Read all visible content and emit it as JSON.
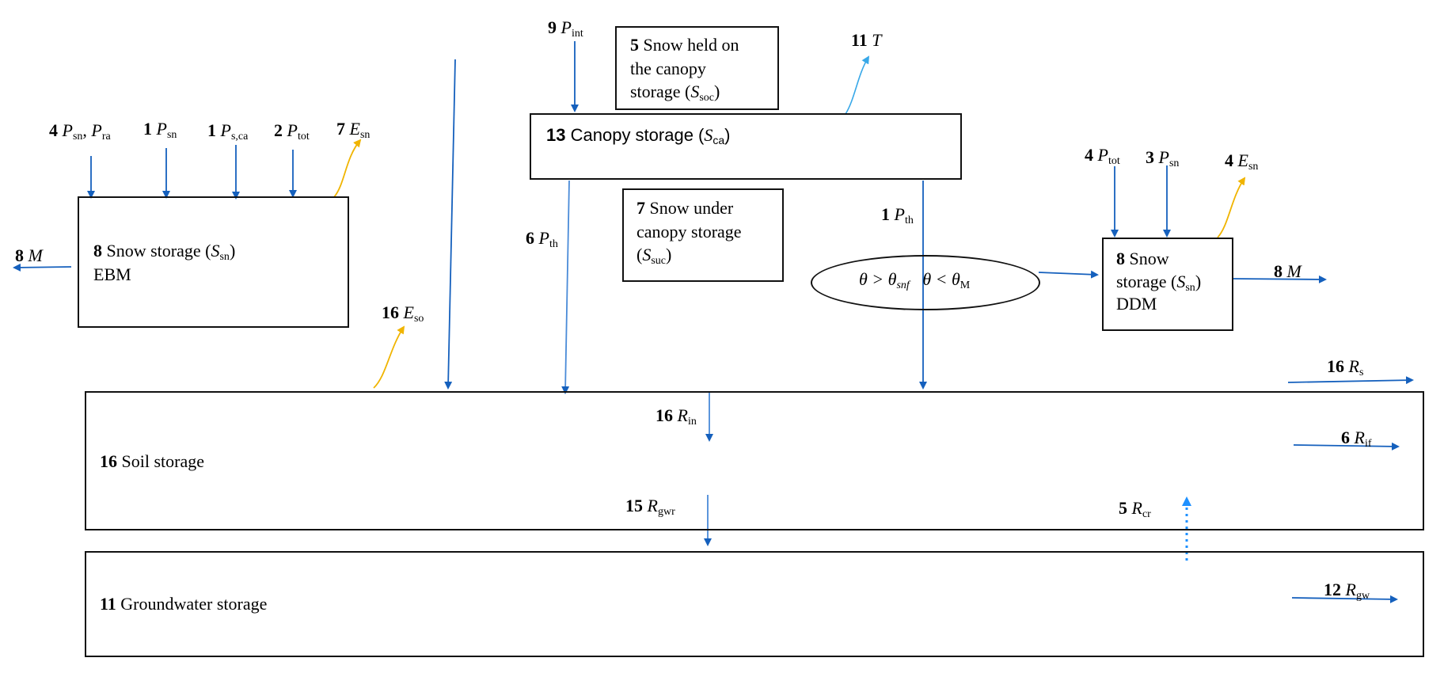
{
  "boxes": {
    "snow_held_canopy": {
      "num": "5",
      "line1": "Snow held on",
      "line2": "the canopy",
      "line3": "storage (",
      "sym": "S",
      "sub": "soc",
      "close": ")"
    },
    "canopy_storage": {
      "num": "13",
      "text": "Canopy storage (",
      "sym": "S",
      "sub": "ca",
      "close": ")"
    },
    "snow_under_canopy": {
      "num": "7",
      "line1": "Snow under",
      "line2": "canopy storage",
      "line3": "(",
      "sym": "S",
      "sub": "suc",
      "close": ")"
    },
    "snow_ebm": {
      "num": "8",
      "text": "Snow storage (",
      "sym": "S",
      "sub": "sn",
      "close": ")",
      "line2": "EBM"
    },
    "snow_ddm": {
      "num": "8",
      "line1": "Snow",
      "line2": "storage (",
      "sym": "S",
      "sub": "sn",
      "close": ")",
      "line3": "DDM"
    },
    "soil": {
      "num": "16",
      "text": "Soil storage"
    },
    "groundwater": {
      "num": "11",
      "text": "Groundwater storage"
    }
  },
  "condition": {
    "part1": "θ > θ",
    "sub1": "snf",
    "part2": "θ < θ",
    "sub2": "M"
  },
  "labels": {
    "p_int": {
      "num": "9",
      "sym": "P",
      "sub": "int"
    },
    "t": {
      "num": "11",
      "sym": "T"
    },
    "psn_pra": {
      "num": "4",
      "sym": "P",
      "sub": "sn",
      "sep": ", ",
      "sym2": "P",
      "sub2": "ra"
    },
    "psn_left": {
      "num": "1",
      "sym": "P",
      "sub": "sn"
    },
    "psca": {
      "num": "1",
      "sym": "P",
      "sub": "s,ca"
    },
    "ptot_left": {
      "num": "2",
      "sym": "P",
      "sub": "tot"
    },
    "esn_left": {
      "num": "7",
      "sym": "E",
      "sub": "sn"
    },
    "m_left": {
      "num": "8",
      "sym": "M"
    },
    "pth_left": {
      "num": "6",
      "sym": "P",
      "sub": "th"
    },
    "pth_right": {
      "num": "1",
      "sym": "P",
      "sub": "th"
    },
    "ptot_right": {
      "num": "4",
      "sym": "P",
      "sub": "tot"
    },
    "psn_right": {
      "num": "3",
      "sym": "P",
      "sub": "sn"
    },
    "esn_right": {
      "num": "4",
      "sym": "E",
      "sub": "sn"
    },
    "m_right": {
      "num": "8",
      "sym": "M"
    },
    "eso": {
      "num": "16",
      "sym": "E",
      "sub": "so"
    },
    "rs": {
      "num": "16",
      "sym": "R",
      "sub": "s"
    },
    "rin": {
      "num": "16",
      "sym": "R",
      "sub": "in"
    },
    "rif": {
      "num": "6",
      "sym": "R",
      "sub": "if"
    },
    "rgwr": {
      "num": "15",
      "sym": "R",
      "sub": "gwr"
    },
    "rcr": {
      "num": "5",
      "sym": "R",
      "sub": "cr"
    },
    "rgw": {
      "num": "12",
      "sym": "R",
      "sub": "gw"
    }
  },
  "colors": {
    "flow": "#1560bd",
    "evap": "#f0b400",
    "transp": "#38a8e8",
    "capillary": "#1e90ff",
    "border": "#111111"
  }
}
